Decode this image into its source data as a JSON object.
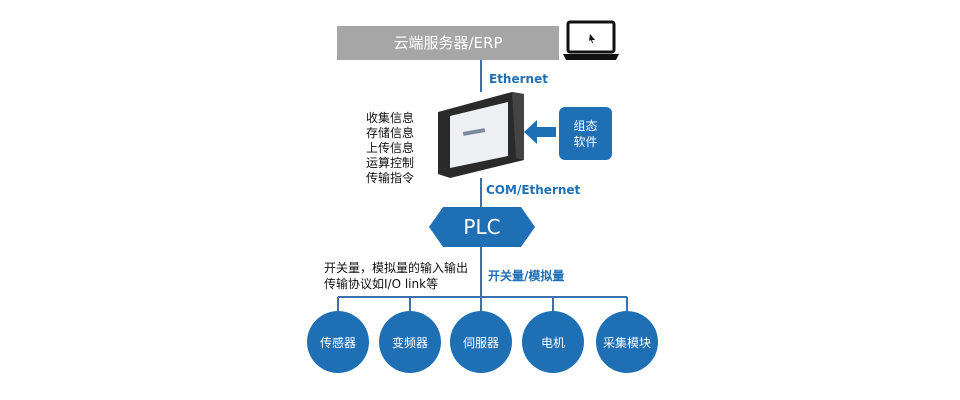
{
  "cloud": {
    "label": "云端服务器/ERP"
  },
  "links": {
    "top": "Ethernet",
    "middle": "COM/Ethernet",
    "bottom": "开关量/模拟量"
  },
  "hmi_functions": [
    "收集信息",
    "存储信息",
    "上传信息",
    "运算控制",
    "传输指令"
  ],
  "config_software": {
    "line1": "组态",
    "line2": "软件"
  },
  "plc": {
    "label": "PLC"
  },
  "io_note": {
    "line1": "开关量，模拟量的输入输出",
    "line2": "传输协议如I/O link等"
  },
  "devices": [
    "传感器",
    "变频器",
    "伺服器",
    "电机",
    "采集模块"
  ],
  "colors": {
    "accent": "#1f6fb5",
    "cloud_box": "#a6a6a6",
    "line": "#3a6fb0"
  }
}
